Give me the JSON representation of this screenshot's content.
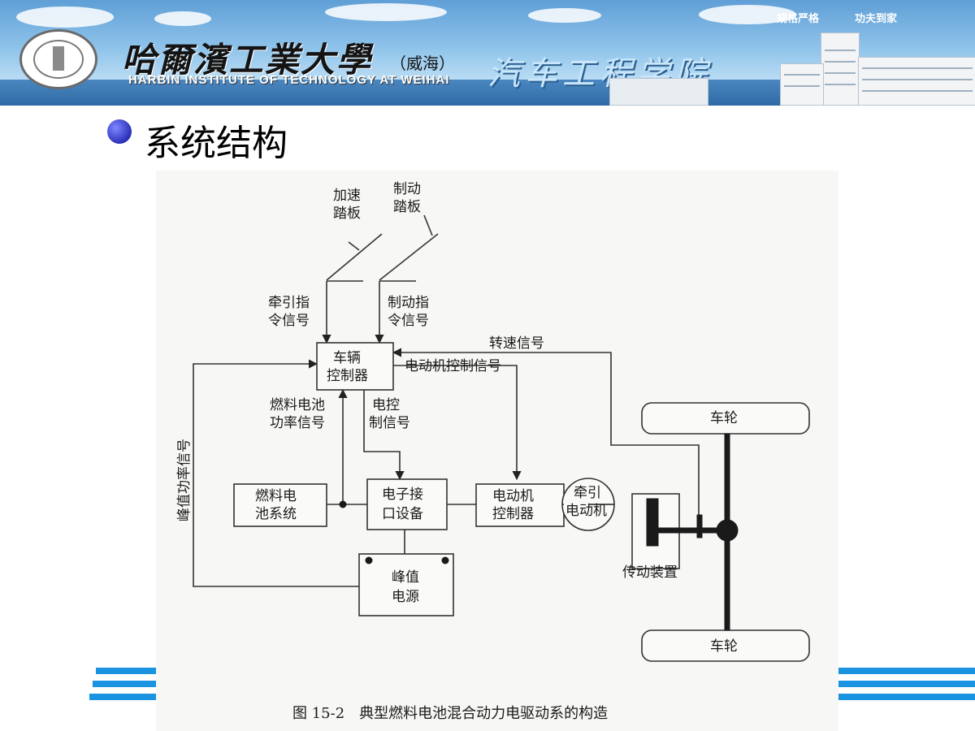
{
  "banner": {
    "university_cn": "哈爾濱工業大學",
    "campus": "（威海）",
    "university_en": "HARBIN INSTITUTE OF TECHNOLOGY AT WEIHAI",
    "college": "汽车工程学院",
    "motto_left": "规格严格",
    "motto_right": "功夫到家"
  },
  "slide": {
    "title": "系统结构"
  },
  "diagram": {
    "pedal_accel": [
      "加速",
      "踏板"
    ],
    "pedal_brake": [
      "制动",
      "踏板"
    ],
    "sig_traction": [
      "牵引指",
      "令信号"
    ],
    "sig_brake": [
      "制动指",
      "令信号"
    ],
    "sig_speed": "转速信号",
    "sig_motor_ctrl": "电动机控制信号",
    "sig_fc_power": [
      "燃料电池",
      "功率信号"
    ],
    "sig_elec_ctrl": [
      "电控",
      "制信号"
    ],
    "sig_peak_power": "峰值功率信号",
    "box_vehicle_ctrl": [
      "车辆",
      "控制器"
    ],
    "box_fuel_cell": [
      "燃料电",
      "池系统"
    ],
    "box_interface": [
      "电子接",
      "口设备"
    ],
    "box_motor_ctrl": [
      "电动机",
      "控制器"
    ],
    "box_traction_motor": [
      "牵引",
      "电动机"
    ],
    "box_peak_source": [
      "峰值",
      "电源"
    ],
    "transmission": "传动装置",
    "wheel_top": "车轮",
    "wheel_bottom": "车轮",
    "caption": "图 15-2　典型燃料电池混合动力电驱动系的构造"
  }
}
